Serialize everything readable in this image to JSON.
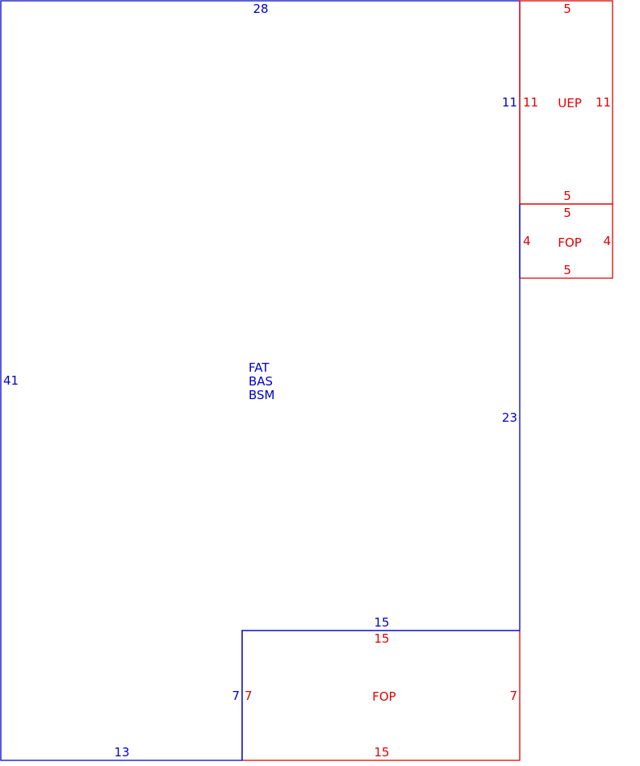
{
  "colors": {
    "main_outline": "#0000c8",
    "sub_outline": "#e00000",
    "background": "#ffffff"
  },
  "main_area": {
    "codes": [
      "FAT",
      "BAS",
      "BSM"
    ],
    "dims": {
      "top": "28",
      "left": "41",
      "right_upper": "11",
      "right_lower": "23",
      "notch_top": "15",
      "notch_left": "7",
      "bottom": "13"
    }
  },
  "uep_room": {
    "code": "UEP",
    "dims": {
      "top": "5",
      "left": "11",
      "right": "11",
      "bottom": "5"
    }
  },
  "fop_room_upper": {
    "code": "FOP",
    "dims": {
      "top": "5",
      "left": "4",
      "right": "4",
      "bottom": "5"
    }
  },
  "fop_room_lower": {
    "code": "FOP",
    "dims": {
      "top": "15",
      "left": "7",
      "right": "7",
      "bottom": "15"
    }
  }
}
